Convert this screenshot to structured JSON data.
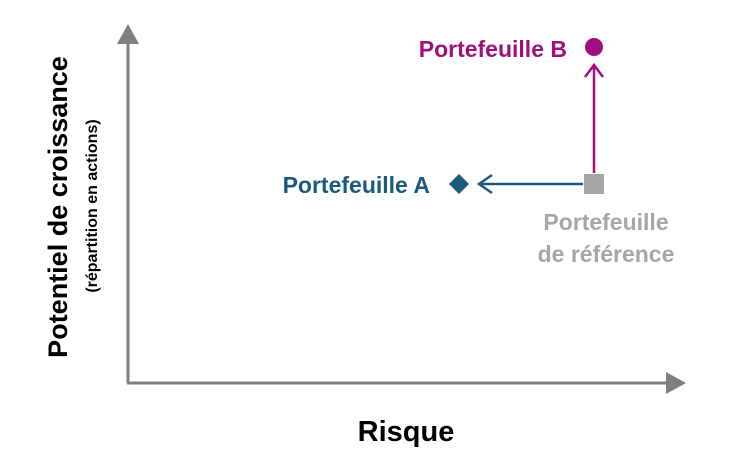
{
  "diagram": {
    "x_axis_label": "Risque",
    "y_axis_label": "Potentiel de croissance",
    "y_axis_sublabel": "(répartition en actions)",
    "nodes": {
      "portfolio_b": {
        "label": "Portefeuille B",
        "color": "#a0107c",
        "marker": "circle"
      },
      "portfolio_a": {
        "label": "Portefeuille A",
        "color": "#1b5a7a",
        "marker": "diamond"
      },
      "reference": {
        "label_line1": "Portefeuille",
        "label_line2": "de référence",
        "color": "#a6a6a6",
        "marker": "square"
      }
    },
    "arrows": [
      {
        "from": "reference",
        "to": "portfolio_b"
      },
      {
        "from": "reference",
        "to": "portfolio_a"
      }
    ],
    "axis_color": "#7f7f7f"
  }
}
